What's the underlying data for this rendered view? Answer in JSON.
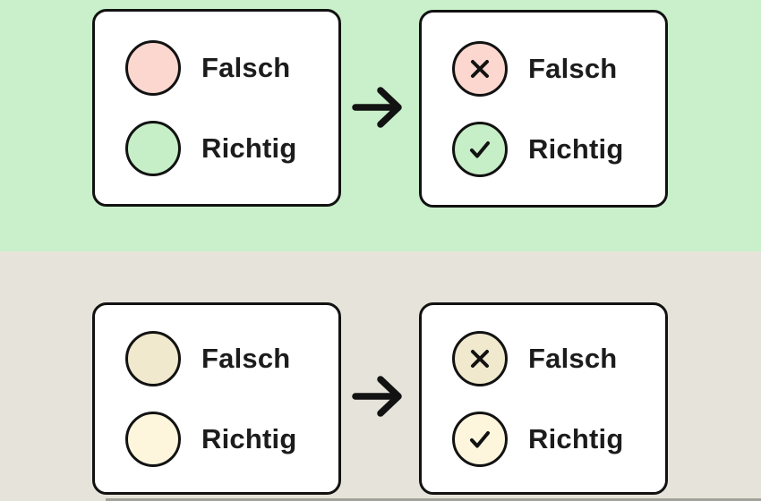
{
  "colors": {
    "normal_bg": "#c9f0ca",
    "colorblind_bg": "#e6e4da",
    "card_bg": "#ffffff",
    "outline": "#121212",
    "text": "#1c1c1c",
    "normal_false_circle": "#fbd7cf",
    "normal_true_circle": "#c6efc7",
    "colorblind_false_circle": "#f0e9cd",
    "colorblind_true_circle": "#fdf6dd"
  },
  "rows": [
    {
      "vision": "normal",
      "before": {
        "items": [
          {
            "label": "Falsch",
            "icon": "none"
          },
          {
            "label": "Richtig",
            "icon": "none"
          }
        ]
      },
      "after": {
        "items": [
          {
            "label": "Falsch",
            "icon": "x-icon"
          },
          {
            "label": "Richtig",
            "icon": "check-icon"
          }
        ]
      }
    },
    {
      "vision": "colorblind-simulation",
      "before": {
        "items": [
          {
            "label": "Falsch",
            "icon": "none"
          },
          {
            "label": "Richtig",
            "icon": "none"
          }
        ]
      },
      "after": {
        "items": [
          {
            "label": "Falsch",
            "icon": "x-icon"
          },
          {
            "label": "Richtig",
            "icon": "check-icon"
          }
        ]
      }
    }
  ]
}
